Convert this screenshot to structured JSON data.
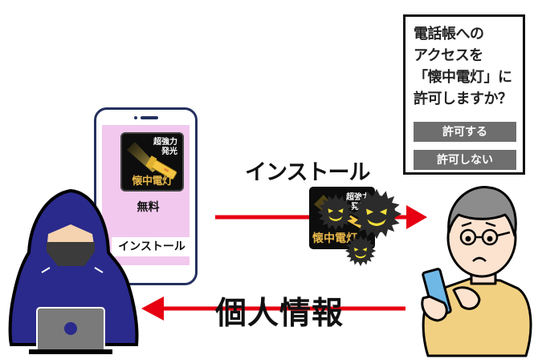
{
  "phone": {
    "app": {
      "tagline_line1": "超強力",
      "tagline_line2": "発光",
      "name": "懐中電灯"
    },
    "price_label": "無料",
    "install_button": "インストール"
  },
  "flow": {
    "install_arrow_label": "インストール",
    "personal_info_arrow_label": "個人情報"
  },
  "malicious_app": {
    "tagline_line1": "超強力",
    "tagline_line2": "発光",
    "name": "懐中電灯"
  },
  "permission_dialog": {
    "message": "電話帳への\nアクセスを\n「懐中電灯」に\n許可しますか？",
    "allow_button": "許可する",
    "deny_button": "許可しない"
  },
  "colors": {
    "arrow_red": "#e60012",
    "hacker_hood": "#2a2a8c",
    "phone_screen": "#f2c8ee",
    "dialog_button": "#6e6e6e",
    "victim_shirt": "#f2d082",
    "victim_phone": "#6fb8e6"
  },
  "icons": {
    "hacker": "hooded-hacker-with-laptop",
    "victim": "worried-man-with-smartphone",
    "malware": "virus-monster-icons",
    "flashlight": "flashlight-icon"
  }
}
